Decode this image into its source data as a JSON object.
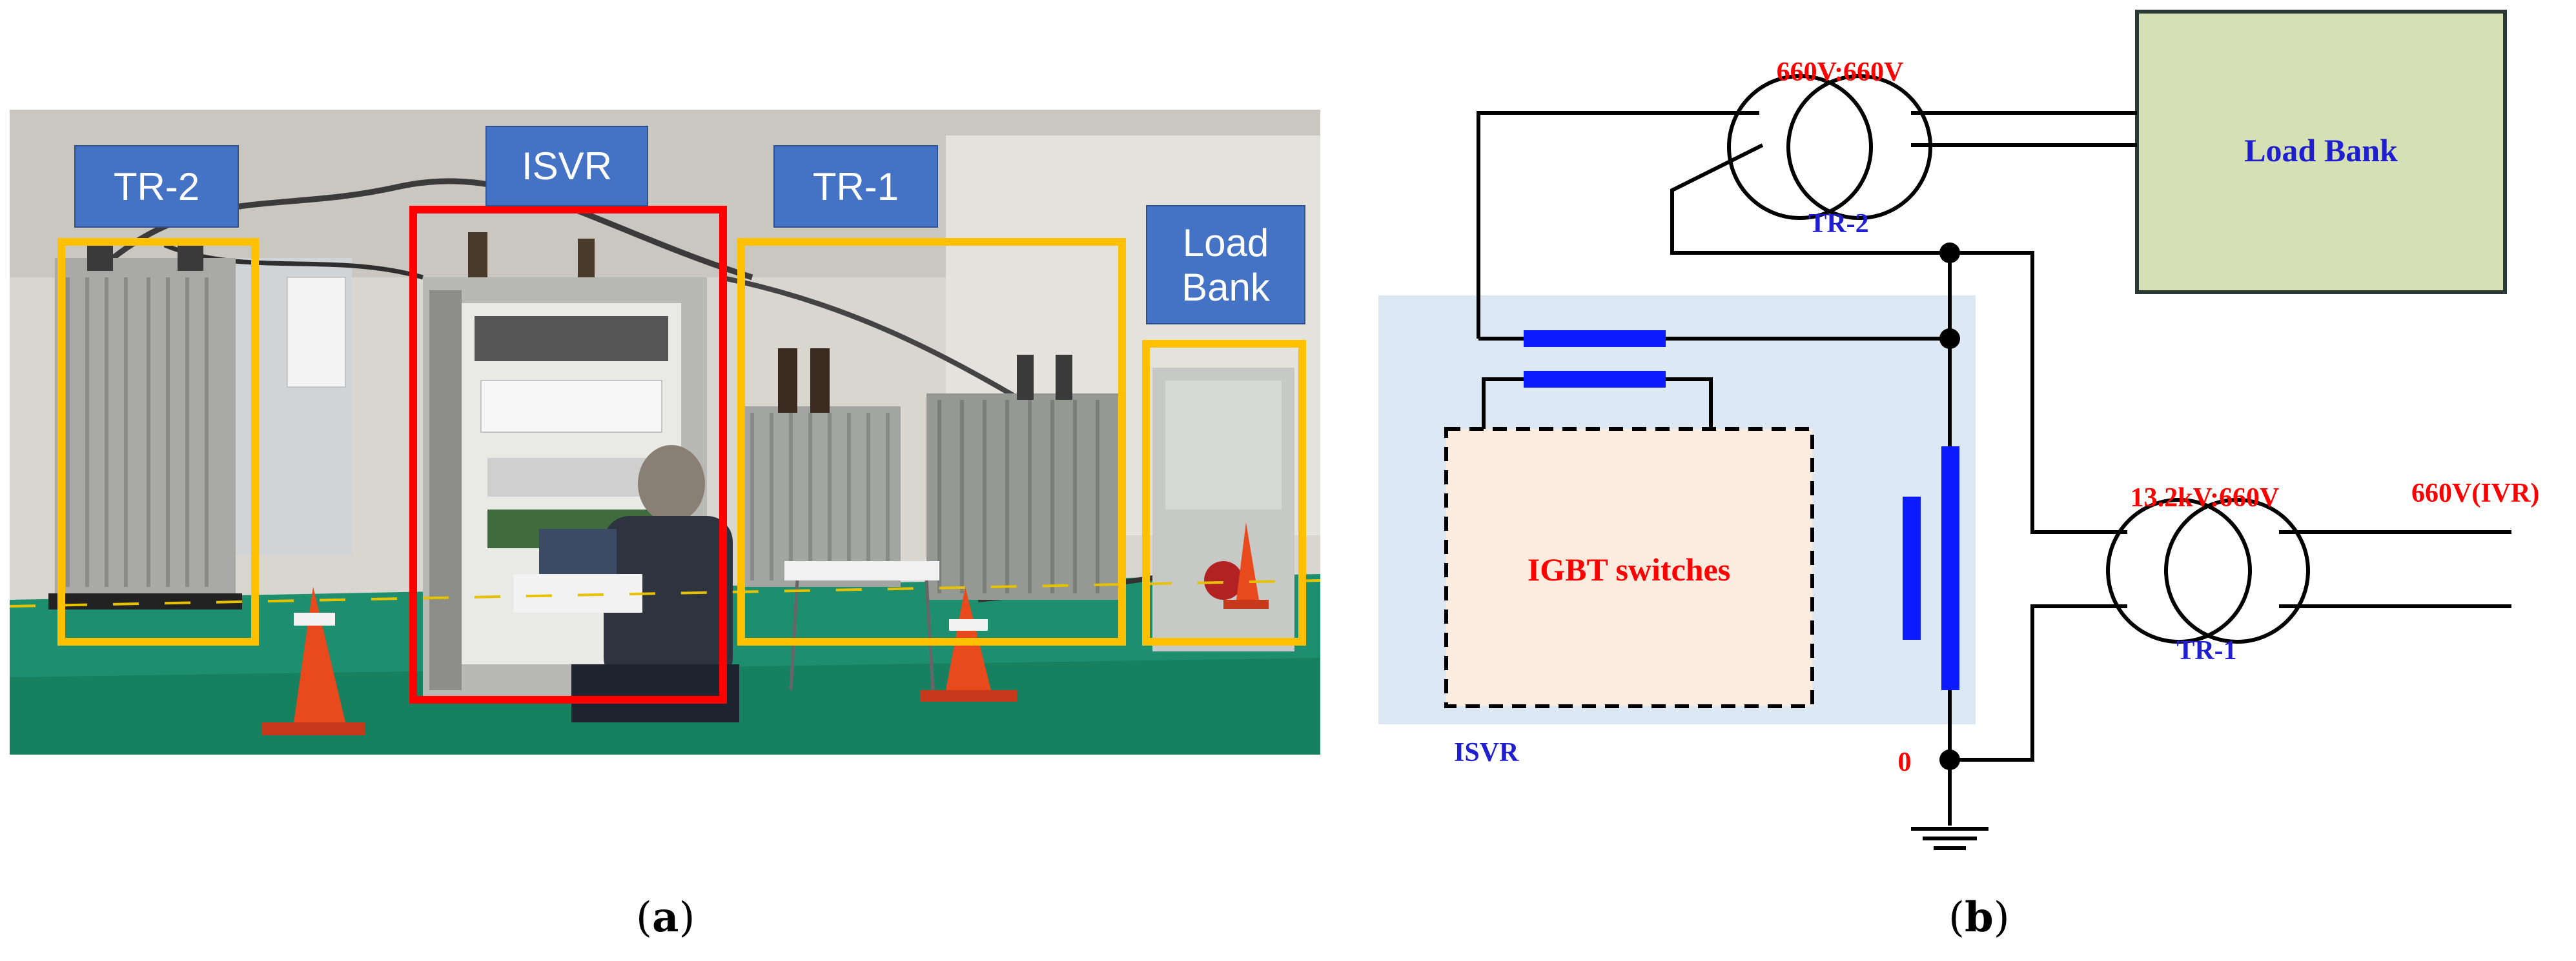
{
  "panel_a": {
    "label_open": "(",
    "label_letter": "a",
    "label_close": ")",
    "tags": {
      "tr2": "TR-2",
      "isvr": "ISVR",
      "tr1": "TR-1",
      "loadbank_line1": "Load",
      "loadbank_line2": "Bank"
    }
  },
  "panel_b": {
    "label_open": "(",
    "label_letter": "b",
    "label_close": ")",
    "ratio_top": "660V:660V",
    "tr2": "TR-2",
    "load_bank": "Load Bank",
    "igbt": "IGBT switches",
    "isvr": "ISVR",
    "ratio_right": "13.2kV:660V",
    "output": "660V(IVR)",
    "tr1": "TR-1",
    "zero": "0"
  },
  "colors": {
    "tag_blue": "#4472c4",
    "box_yellow": "#ffc000",
    "box_red": "#ff0000",
    "text_red": "#ff0000",
    "text_blue": "#1f1fcf",
    "load_bank_fill": "#d5e1b4",
    "isvr_fill": "#dce9f5",
    "igbt_fill": "#fcebdf",
    "winding_blue": "#0a1bff"
  }
}
